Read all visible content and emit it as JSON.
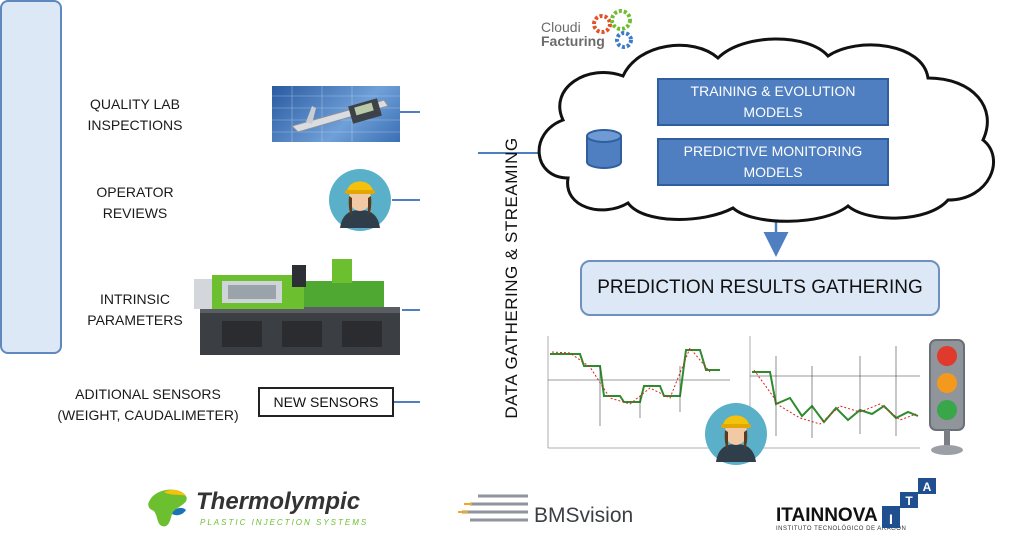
{
  "inputs": {
    "quality": "QUALITY LAB\nINSPECTIONS",
    "operator": "OPERATOR\nREVIEWS",
    "intrinsic": "INTRINSIC\nPARAMETERS",
    "additional": "ADITIONAL SENSORS\n(WEIGHT, CAUDALIMETER)"
  },
  "new_sensors": "NEW SENSORS",
  "streaming": "DATA GATHERING & STREAMING",
  "cloud": {
    "brand_line1": "Cloudi",
    "brand_line2": "Facturing",
    "training": "TRAINING & EVOLUTION\nMODELS",
    "predictive": "PREDICTIVE MONITORING\nMODELS"
  },
  "results": "PREDICTION RESULTS GATHERING",
  "logos": {
    "thermolympic": "Thermolympic",
    "thermolympic_sub": "PLASTIC INJECTION SYSTEMS",
    "bmsvision": "BMSvision",
    "itainnova": "ITAINNOVA",
    "itainnova_sub": "INSTITUTO TECNOLÓGICO DE ARAGÓN"
  },
  "colors": {
    "box_blue": "#4f7fc0",
    "light_blue": "#dde8f6",
    "arrow_blue": "#4f7fc0",
    "traffic_red": "#e03a2c",
    "traffic_orange": "#f39a1e",
    "traffic_green": "#3aa64a",
    "thermolympic_green": "#6cbf2e"
  }
}
